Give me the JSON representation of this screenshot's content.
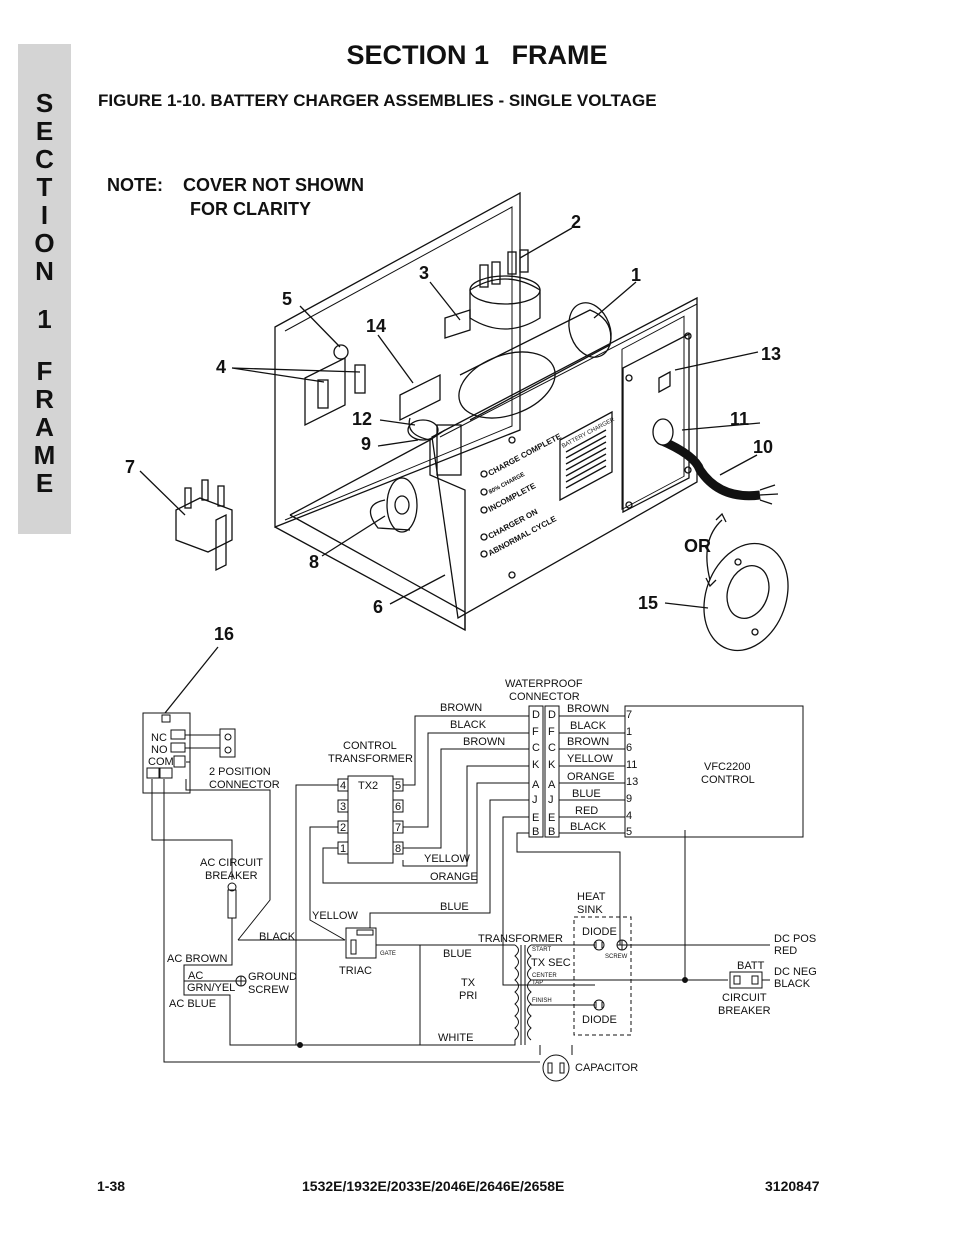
{
  "side_tab": {
    "letters": [
      "S",
      "E",
      "C",
      "T",
      "I",
      "O",
      "N",
      "1",
      "F",
      "R",
      "A",
      "M",
      "E"
    ]
  },
  "header": {
    "section_title": "SECTION 1   FRAME",
    "figure_title": "FIGURE 1-10.  BATTERY CHARGER ASSEMBLIES - SINGLE VOLTAGE"
  },
  "drawing": {
    "note_line1": "NOTE:    COVER NOT SHOWN",
    "note_line2": "FOR CLARITY",
    "callouts": {
      "c1": "1",
      "c2": "2",
      "c3": "3",
      "c4": "4",
      "c5": "5",
      "c6": "6",
      "c7": "7",
      "c8": "8",
      "c9": "9",
      "c10": "10",
      "c11": "11",
      "c12": "12",
      "c13": "13",
      "c14": "14",
      "c15": "15",
      "c16": "16"
    },
    "or_label": "OR",
    "panel_labels": {
      "battery_charger": "BATTERY CHARGER",
      "charge_complete": "CHARGE COMPLETE",
      "pct80": "80% CHARGE",
      "incomplete": "INCOMPLETE",
      "charger_on": "CHARGER ON",
      "abnormal_cycle": "ABNORMAL CYCLE"
    }
  },
  "schematic": {
    "switch": {
      "nc": "NC",
      "no": "NO",
      "com": "COM"
    },
    "two_position_connector": [
      "2 POSITION",
      "CONNECTOR"
    ],
    "control_transformer": [
      "CONTROL",
      "TRANSFORMER"
    ],
    "tx2": "TX2",
    "tx2_pins_left": [
      "4",
      "3",
      "2",
      "1"
    ],
    "tx2_pins_right": [
      "5",
      "6",
      "7",
      "8"
    ],
    "waterproof_connector": [
      "WATERPROOF",
      "CONNECTOR"
    ],
    "connector_left_letters": [
      "D",
      "F",
      "C",
      "K",
      "A",
      "J",
      "E",
      "B"
    ],
    "connector_right_letters": [
      "D",
      "F",
      "C",
      "K",
      "A",
      "J",
      "E",
      "B"
    ],
    "left_wire_labels": {
      "brown1": "BROWN",
      "black": "BLACK",
      "brown2": "BROWN"
    },
    "control_wires": [
      {
        "color": "BROWN",
        "pin": "7"
      },
      {
        "color": "BLACK",
        "pin": "1"
      },
      {
        "color": "BROWN",
        "pin": "6"
      },
      {
        "color": "YELLOW",
        "pin": "11"
      },
      {
        "color": "ORANGE",
        "pin": "13"
      },
      {
        "color": "BLUE",
        "pin": "9"
      },
      {
        "color": "RED",
        "pin": "4"
      },
      {
        "color": "BLACK",
        "pin": "5"
      }
    ],
    "vfc_control": [
      "VFC2200",
      "CONTROL"
    ],
    "wire_yellow": "YELLOW",
    "wire_orange": "ORANGE",
    "wire_blue": "BLUE",
    "wire_yellow2": "YELLOW",
    "wire_black": "BLACK",
    "wire_blue2": "BLUE",
    "wire_white": "WHITE",
    "ac_circuit_breaker": [
      "AC CIRCUIT",
      "BREAKER"
    ],
    "ac_brown": "AC BROWN",
    "ac": "AC",
    "grn_yel": "GRN/YEL",
    "ground_screw": [
      "GROUND",
      "SCREW"
    ],
    "ac_blue": "AC BLUE",
    "triac": "TRIAC",
    "gate": "GATE",
    "transformer": "TRANSFORMER",
    "start": "START",
    "tx_sec": "TX SEC",
    "center_tap": [
      "CENTER",
      "TAP"
    ],
    "finish": "FINISH",
    "tx_pri": [
      "TX",
      "PRI"
    ],
    "heat_sink": [
      "HEAT",
      "SINK"
    ],
    "diode_top": "DIODE",
    "screw": "SCREW",
    "diode_bottom": "DIODE",
    "capacitor": "CAPACITOR",
    "dc_pos": [
      "DC POS",
      "RED"
    ],
    "batt": "BATT",
    "dc_neg": [
      "DC NEG",
      "BLACK"
    ],
    "circuit_breaker": [
      "CIRCUIT",
      "BREAKER"
    ]
  },
  "footer": {
    "page_number": "1-38",
    "models": "1532E/1932E/2033E/2046E/2646E/2658E",
    "doc_number": "3120847"
  }
}
